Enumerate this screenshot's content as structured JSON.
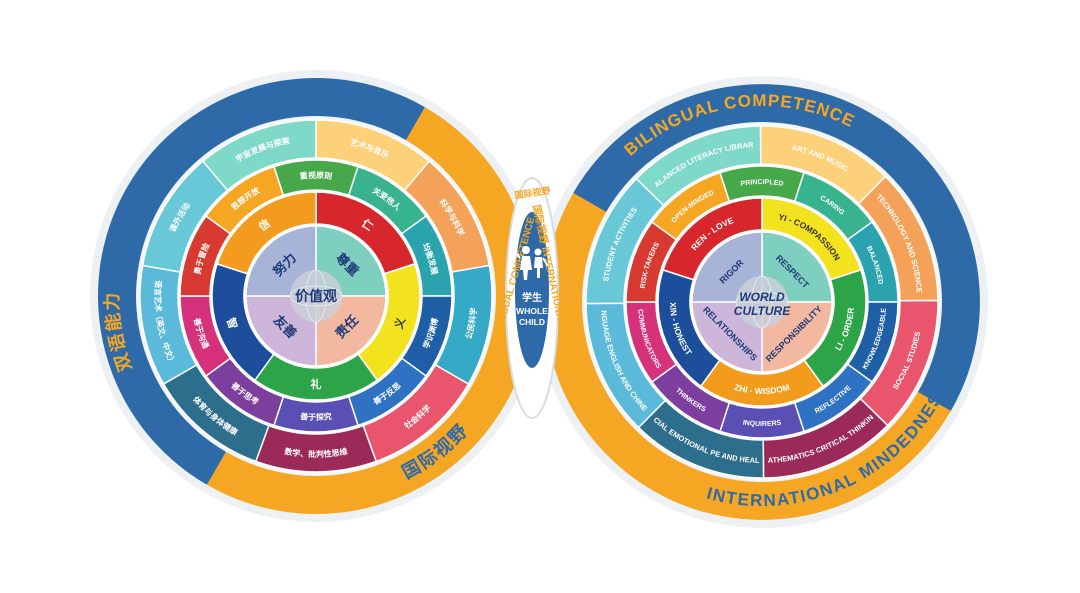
{
  "colors": {
    "outer_blue": "#2e6aa8",
    "outer_orange": "#f5a623",
    "ring_white": "#e9edf2",
    "center_gray": "#b9b7c8"
  },
  "left": {
    "outer_top": "双语能力",
    "outer_bottom": "国际视野",
    "ring3": [
      "宇宙发展与探索",
      "艺术与音乐",
      "科学与科学",
      "公民科学",
      "社会科学",
      "数学、批判性思维",
      "体育与身体健康",
      "语言艺术（英文、中文）",
      "课外活动"
    ],
    "ring3_colors": [
      "#7fd9c9",
      "#fdd07a",
      "#f4a259",
      "#35a9c6",
      "#e8556d",
      "#9c2a59",
      "#2d6e8c",
      "#5bbad9",
      "#69c8d8"
    ],
    "ring2": [
      "重视原则",
      "关爱他人",
      "均衡发展",
      "学识渊博",
      "善于反思",
      "善于探究",
      "善于思考",
      "善于沟通",
      "勇于冒险",
      "思想开放"
    ],
    "ring2_colors": [
      "#46a84a",
      "#37b38e",
      "#2aa3ae",
      "#1f5fa6",
      "#2f72c4",
      "#5a4fb3",
      "#7d3f9e",
      "#d6327b",
      "#d63a31",
      "#f5a623"
    ],
    "ring1": [
      "仁",
      "义",
      "礼",
      "智",
      "信"
    ],
    "ring1_colors": [
      "#d7262c",
      "#f2e31e",
      "#2da448",
      "#1c4e9b",
      "#f29b1d"
    ],
    "center": [
      "尊重",
      "责任",
      "友善",
      "努力"
    ],
    "center_colors": [
      "#7fcfc0",
      "#f3b8a0",
      "#cdb6d9",
      "#a7b4d8"
    ],
    "center_title": "价值观"
  },
  "middle": {
    "left_arc": "双语能力 BILINGUAL COMPETENCE",
    "right_arc": "国际视野 INTERNATIONAL MINDEDNESS",
    "top_cn": "国际视野",
    "bottom_cn": "学生",
    "line1": "WHOLE",
    "line2": "CHILD"
  },
  "right": {
    "outer_top": "BILINGUAL COMPETENCE",
    "outer_bottom": "INTERNATIONAL MINDEDNESS",
    "ring3": [
      "ART AND MUSIC",
      "TECHNOLOGY AND SCIENCE",
      "SOCIAL STUDIES",
      "MATHEMATICS CRITICAL THINKING",
      "SOCIAL EMOTIONAL PE AND HEALTH",
      "LANGUAGE ENGLISH AND CHINESE",
      "STUDENT ACTIVITIES",
      "BALANCED LITERACY LIBRARY"
    ],
    "ring3_colors": [
      "#fdd07a",
      "#f4a259",
      "#e8556d",
      "#9c2a59",
      "#2d6e8c",
      "#5bbad9",
      "#69c8d8",
      "#7fd9c9"
    ],
    "ring2": [
      "PRINCIPLED",
      "CARING",
      "BALANCED",
      "KNOWLEDGEABLE",
      "REFLECTIVE",
      "INQUIRERS",
      "THINKERS",
      "COMMUNICATORS",
      "RISK-TAKERS",
      "OPEN-MINDED"
    ],
    "ring2_colors": [
      "#46a84a",
      "#37b38e",
      "#2aa3ae",
      "#1f5fa6",
      "#2f72c4",
      "#5a4fb3",
      "#7d3f9e",
      "#d6327b",
      "#d63a31",
      "#f5a623"
    ],
    "ring1": [
      "YI - COMPASSION",
      "LI - ORDER",
      "ZHI - WISDOM",
      "XIN - HONEST",
      "REN - LOVE"
    ],
    "ring1_colors": [
      "#f2e31e",
      "#2da448",
      "#f29b1d",
      "#1c4e9b",
      "#d7262c"
    ],
    "center": [
      "RESPECT",
      "RESPONSIBILITY",
      "RELATIONSHIPS",
      "RIGOR"
    ],
    "center_colors": [
      "#7fcfc0",
      "#f3b8a0",
      "#cdb6d9",
      "#a7b4d8"
    ],
    "center_line1": "WORLD",
    "center_line2": "CULTURE"
  }
}
